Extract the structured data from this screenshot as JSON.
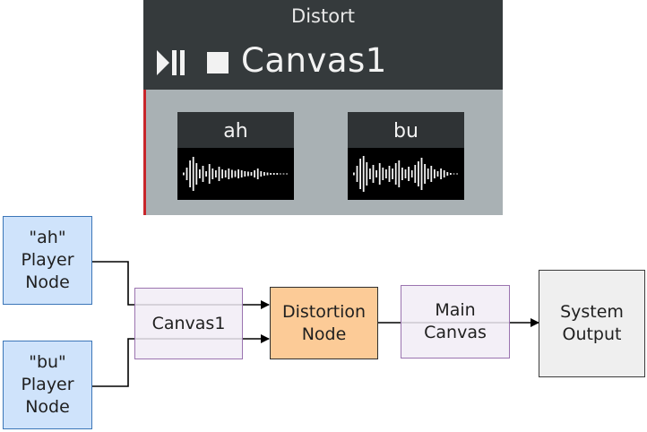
{
  "panel": {
    "title": "Distort",
    "canvas_name": "Canvas1",
    "clips": [
      {
        "label": "ah"
      },
      {
        "label": "bu"
      }
    ]
  },
  "diagram": {
    "nodes": {
      "ah_player": [
        "\"ah\"",
        "Player",
        "Node"
      ],
      "bu_player": [
        "\"bu\"",
        "Player",
        "Node"
      ],
      "canvas1": [
        "Canvas1"
      ],
      "distortion": [
        "Distortion",
        "Node"
      ],
      "main_canvas": [
        "Main",
        "Canvas"
      ],
      "system_output": [
        "System",
        "Output"
      ]
    }
  },
  "colors": {
    "panel_header": "#353a3c",
    "panel_body": "#a9b1b4",
    "player_fill": "#cfe3fb",
    "canvas_fill": "#f1ecf6",
    "distortion_fill": "#fccb97",
    "output_fill": "#efefef"
  },
  "icons": [
    "play-pause-icon",
    "stop-icon",
    "waveform-icon"
  ]
}
